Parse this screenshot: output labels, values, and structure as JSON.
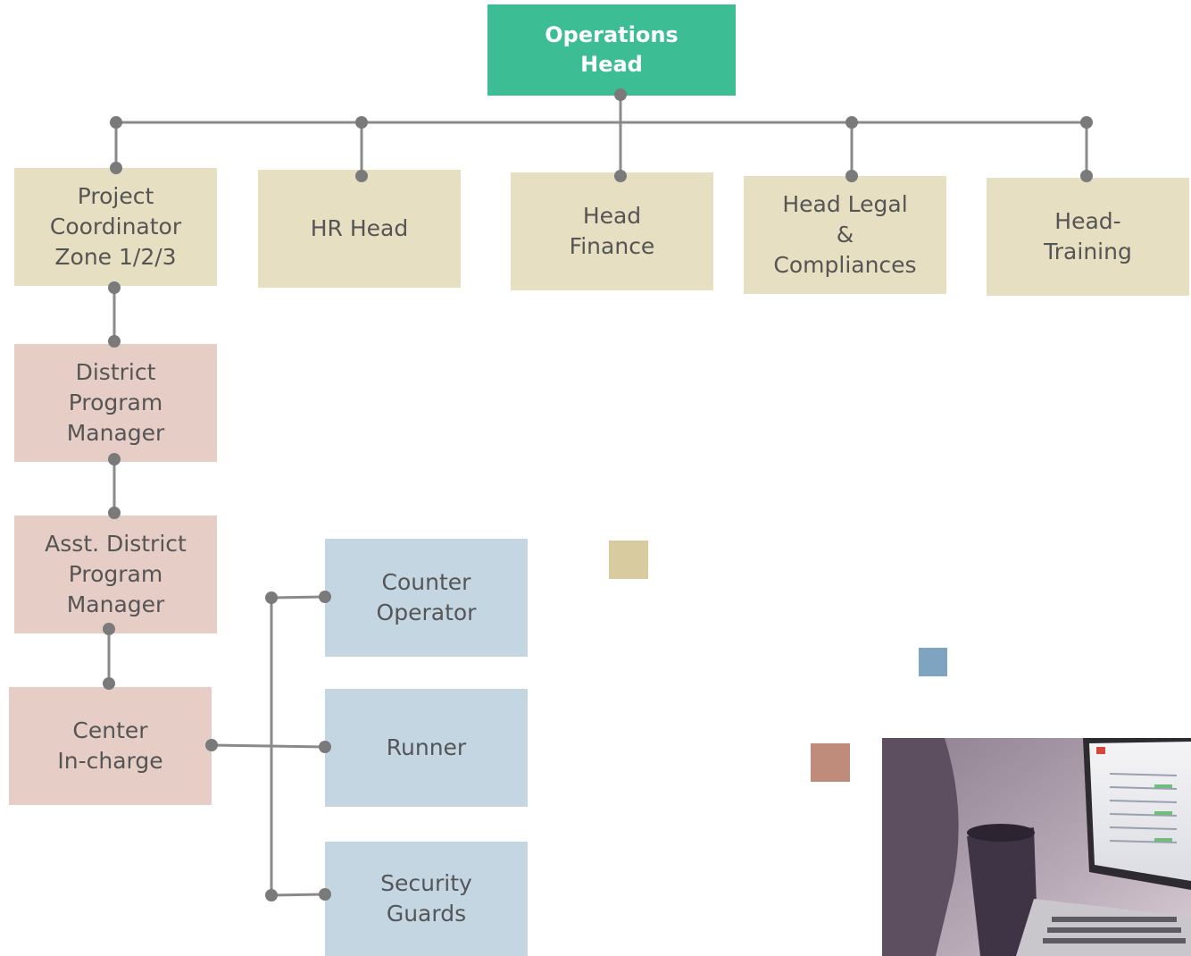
{
  "colors": {
    "top": "#3dbd93",
    "tan": "#e6dfc2",
    "rose": "#e6cec7",
    "blue": "#c5d6e3",
    "connector": "#8a8a8a",
    "swatch_tan": "#d8cba0",
    "swatch_blue": "#7fa4c2",
    "swatch_rose": "#bf8c7c"
  },
  "nodes": {
    "operations_head": "Operations\nHead",
    "project_coordinator": "Project\nCoordinator\nZone 1/2/3",
    "hr_head": "HR Head",
    "head_finance": "Head\nFinance",
    "head_legal": "Head Legal\n&\nCompliances",
    "head_training": "Head-\nTraining",
    "district_program_manager": "District\nProgram\nManager",
    "asst_district_program_manager": "Asst. District\nProgram\nManager",
    "center_incharge": "Center\nIn-charge",
    "counter_operator": "Counter\nOperator",
    "runner": "Runner",
    "security_guards": "Security\nGuards"
  },
  "photo": {
    "icon": "laptop-photo"
  }
}
